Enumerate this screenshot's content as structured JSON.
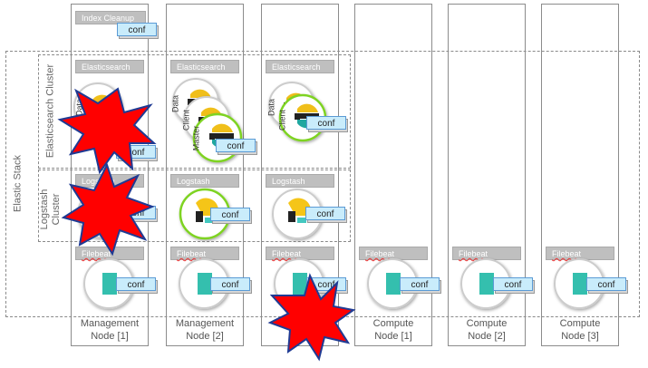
{
  "stack_label": "Elastic Stack",
  "clusters": {
    "elasticsearch": "Elasticsearch Cluster",
    "logstash_line1": "Logstash",
    "logstash_line2": "Cluster"
  },
  "conf_label": "conf",
  "index_cleanup": "Index Cleanup",
  "banners": {
    "elasticsearch": "Elasticsearch",
    "logstash": "Logstash",
    "filebeat": "Filebeat"
  },
  "roles": {
    "data": "Data",
    "client": "Client",
    "master": "Master"
  },
  "nodes": [
    {
      "line1": "Management",
      "line2": "Node [1]"
    },
    {
      "line1": "Management",
      "line2": "Node [2]"
    },
    {
      "line1": "",
      "line2": ""
    },
    {
      "line1": "Compute",
      "line2": "Node [1]"
    },
    {
      "line1": "Compute",
      "line2": "Node [2]"
    },
    {
      "line1": "Compute",
      "line2": "Node [3]"
    }
  ],
  "colors": {
    "burst_fill": "#ff0000",
    "burst_stroke": "#1f3a93",
    "filebeat_teal": "#34bfae",
    "logstash_yellow": "#f5c518",
    "es_green_ring": "#7ed321"
  }
}
